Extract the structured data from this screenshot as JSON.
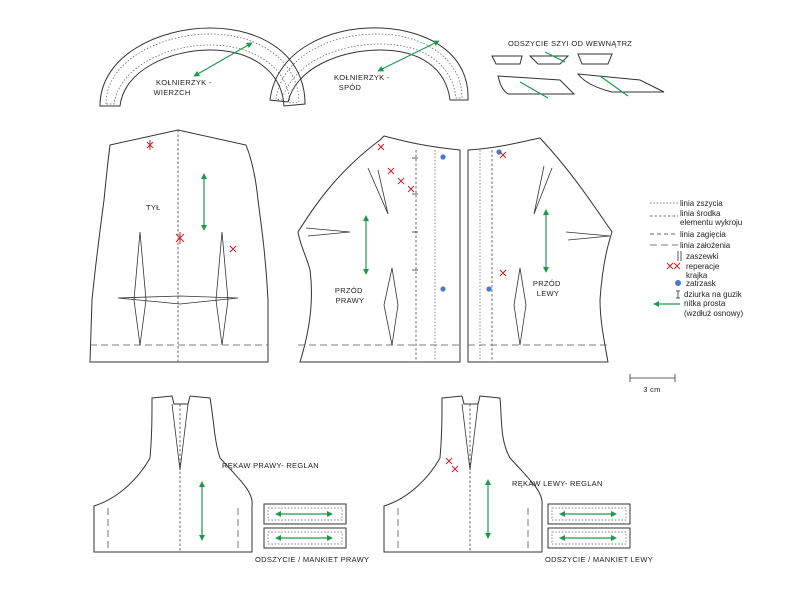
{
  "labels": {
    "collar_top": "KOŁNIERZYK -\nWIERZCH",
    "collar_bottom": "KOŁNIERZYK -\nSPÓD",
    "facings": "ODSZYCIE SZYI OD WEWNĄTRZ",
    "back": "TYŁ",
    "front_right": "PRZÓD\nPRAWY",
    "front_left": "PRZÓD\nLEWY",
    "sleeve_right": "RĘKAW PRAWY- REGLAN",
    "sleeve_left": "RĘKAW LEWY- REGLAN",
    "cuff_right": "ODSZYCIE / MANKIET PRAWY",
    "cuff_left": "ODSZYCIE / MANKIET LEWY"
  },
  "scale": {
    "label": "3 cm"
  },
  "legend": {
    "items": [
      {
        "key": "stitch",
        "label": "linia zszycia"
      },
      {
        "key": "center",
        "label": "linia środka\nelementu wykroju"
      },
      {
        "key": "fold",
        "label": "linia zagięcia"
      },
      {
        "key": "hem",
        "label": "linia założenia"
      },
      {
        "key": "dart",
        "label": "zaszewki"
      },
      {
        "key": "repair",
        "label": "reperacje"
      },
      {
        "key": "snap",
        "label": "krajka\nzatrzask"
      },
      {
        "key": "buttonhole",
        "label": "dziurka na guzik"
      },
      {
        "key": "grain",
        "label": "nitka prosta\n(wzdłuż osnowy)"
      }
    ]
  },
  "colors": {
    "grain": "#1d9a4e",
    "repair": "#c8202a",
    "snap": "#4a78c9"
  }
}
